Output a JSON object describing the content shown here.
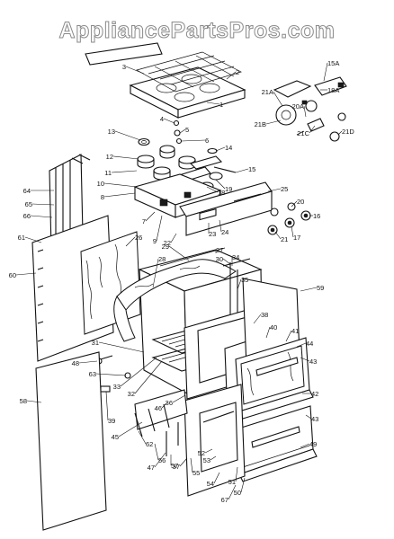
{
  "watermark": "AppliancePartsPros.com",
  "callouts": [
    "1",
    "2",
    "3",
    "4",
    "5",
    "6",
    "7",
    "8",
    "9",
    "10",
    "11",
    "12",
    "13",
    "14",
    "15",
    "16",
    "17",
    "18",
    "19",
    "20",
    "21",
    "22",
    "23",
    "24",
    "25",
    "26",
    "27",
    "28",
    "29",
    "30",
    "31",
    "32",
    "33",
    "34",
    "35",
    "36",
    "37",
    "38",
    "39",
    "40",
    "41",
    "42",
    "43",
    "43",
    "44",
    "45",
    "46",
    "47",
    "48",
    "49",
    "50",
    "51",
    "52",
    "53",
    "54",
    "55",
    "56",
    "57",
    "58",
    "59",
    "60",
    "61",
    "62",
    "63",
    "64",
    "65",
    "66",
    "67",
    "15A",
    "18A",
    "20A",
    "21A",
    "21B",
    "21C",
    "21D"
  ]
}
